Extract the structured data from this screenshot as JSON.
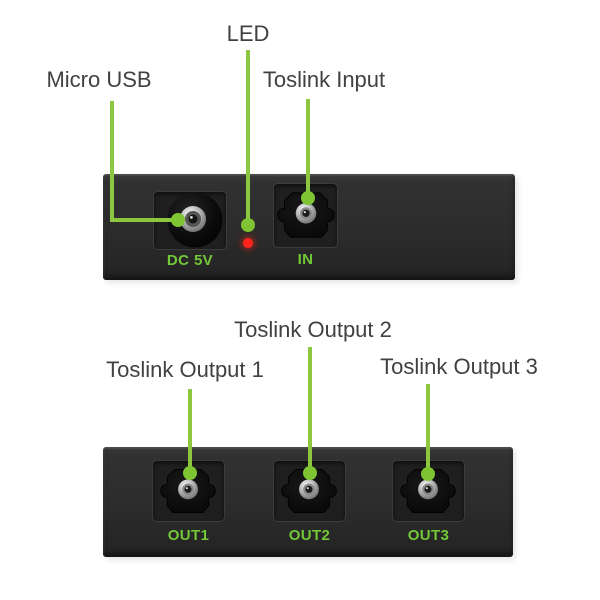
{
  "diagram": {
    "top_unit": {
      "callouts": {
        "micro_usb": "Micro USB",
        "led": "LED",
        "toslink_input": "Toslink Input"
      },
      "port_labels": {
        "dc_power": "DC 5V",
        "input": "IN"
      }
    },
    "bottom_unit": {
      "callouts": {
        "output_1": "Toslink Output 1",
        "output_2": "Toslink Output 2",
        "output_3": "Toslink Output 3"
      },
      "port_labels": {
        "out1": "OUT1",
        "out2": "OUT2",
        "out3": "OUT3"
      }
    },
    "colors": {
      "callout_line_green": "#8dc63f",
      "callout_dot_green": "#7fc433",
      "panel_label_green": "#72c837",
      "callout_text_gray": "#414042",
      "panel_dark": "#2e2e2e",
      "led_red": "#ff231c"
    },
    "icons": {
      "dc_jack": "dc-barrel-jack-icon",
      "toslink": "toslink-port-icon",
      "led": "led-indicator-icon",
      "pointer": "callout-pointer-dot-icon"
    }
  }
}
